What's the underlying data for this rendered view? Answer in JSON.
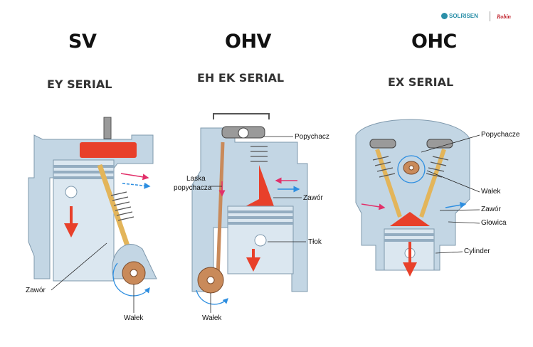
{
  "brand": {
    "left": "SOLRISEN",
    "right": "Robin"
  },
  "columns": [
    {
      "type": "SV",
      "series": "EY SERIAL"
    },
    {
      "type": "OHV",
      "series": "EH EK SERIAL"
    },
    {
      "type": "OHC",
      "series": "EX SERIAL"
    }
  ],
  "labels": {
    "sv": {
      "valve": "Zawór",
      "shaft": "Wałek"
    },
    "ohv": {
      "tappet": "Popychacz",
      "pushrod_1": "Laska",
      "pushrod_2": "popychacza",
      "valve": "Zawór",
      "piston": "Tłok",
      "shaft": "Wałek"
    },
    "ohc": {
      "tappet": "Popychacze",
      "shaft": "Wałek",
      "valve": "Zawór",
      "head": "Głowica",
      "cylinder": "Cylinder"
    }
  },
  "colors": {
    "steel": "#c3d6e4",
    "steel_dark": "#94adc1",
    "hot": "#e8402a",
    "rod": "#e3b55a",
    "cam": "#c98a5a",
    "arrow_blue": "#2d8ee0",
    "arrow_pink": "#e2306a"
  }
}
